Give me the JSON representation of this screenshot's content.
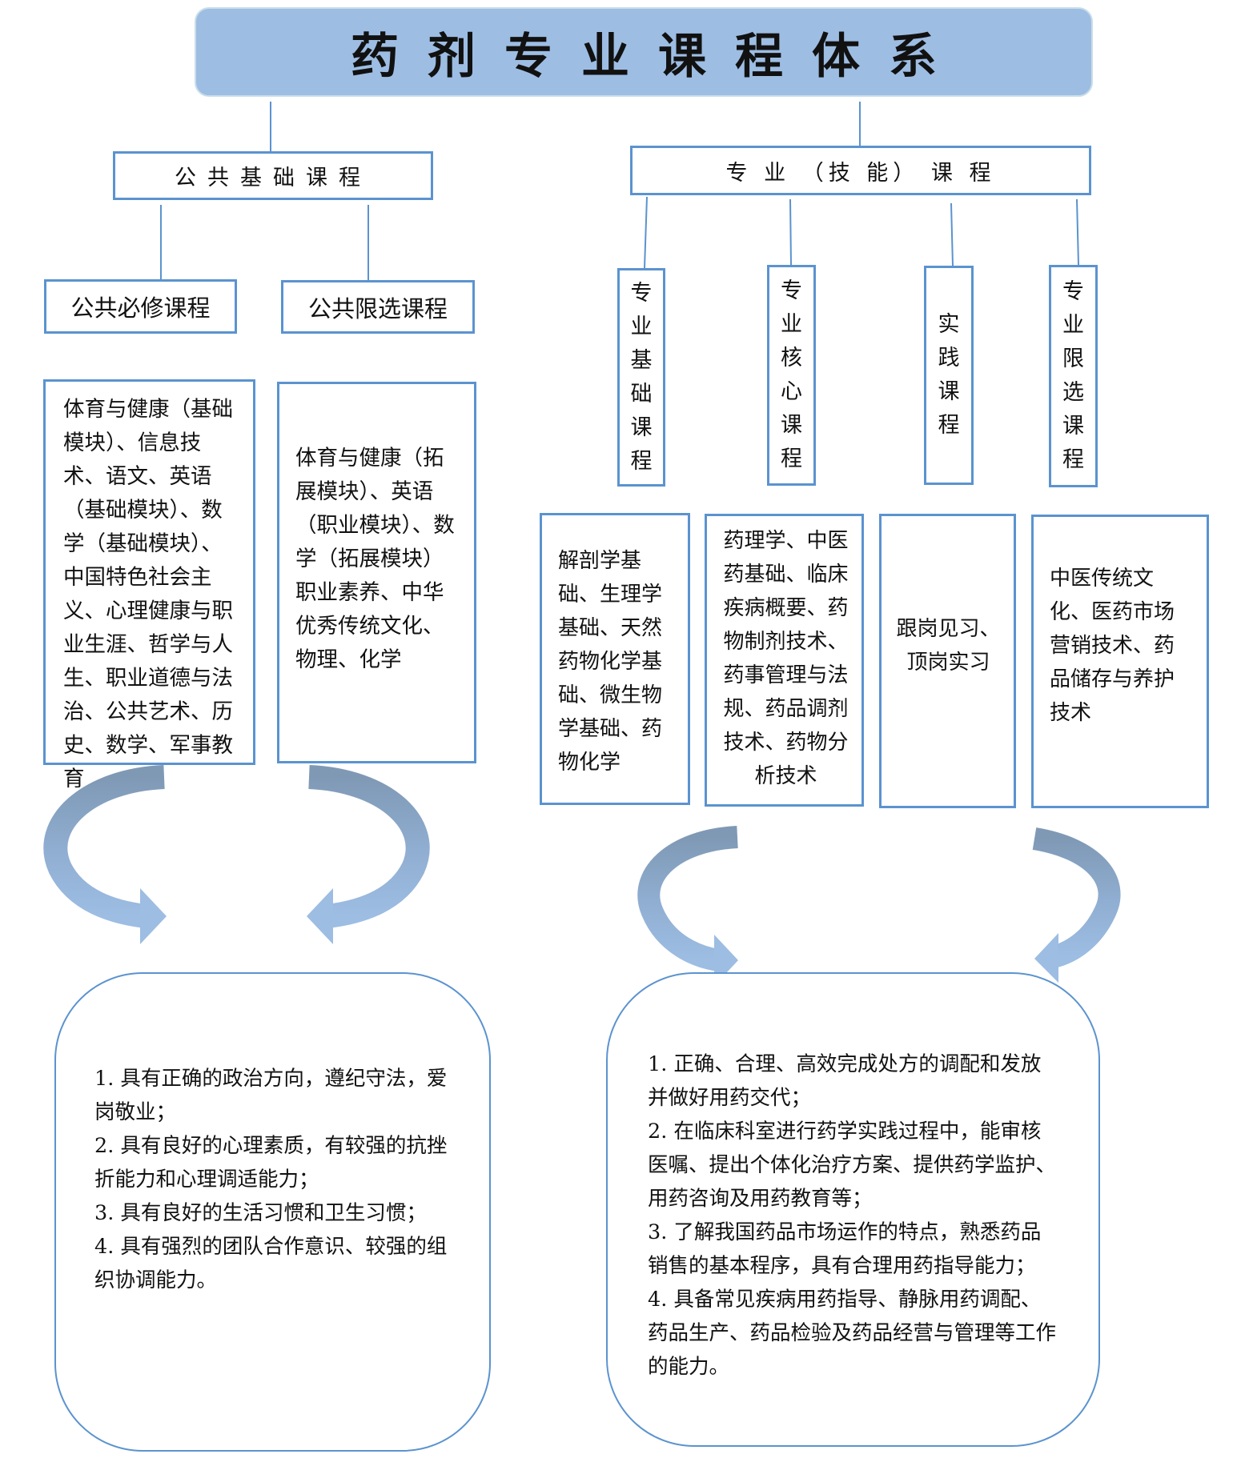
{
  "title": "药剂专业课程体系",
  "colors": {
    "title_fill": "#9dbde3",
    "border": "#5b93cf",
    "arrow_dark": "#7f99b5",
    "arrow_light": "#9dbde3"
  },
  "public": {
    "header": "公共基础课程",
    "required": {
      "label": "公共必修课程",
      "courses": "体育与健康（基础模块）、信息技术、语文、英语（基础模块）、数学（基础模块）、中国特色社会主义、心理健康与职业生涯、哲学与人生、职业道德与法治、公共艺术、历史、数学、军事教育"
    },
    "elective": {
      "label": "公共限选课程",
      "courses": "体育与健康（拓展模块）、英语（职业模块）、数学（拓展模块）职业素养、中华优秀传统文化、物理、化学"
    },
    "goals": [
      "1. 具有正确的政治方向，遵纪守法，爱岗敬业；",
      "2. 具有良好的心理素质，有较强的抗挫折能力和心理调适能力；",
      "3. 具有良好的生活习惯和卫生习惯；",
      "4. 具有强烈的团队合作意识、较强的组织协调能力。"
    ]
  },
  "professional": {
    "header": "专 业 （技 能） 课 程",
    "categories": [
      {
        "label": "专业基础课程",
        "courses": "解剖学基础、生理学基础、天然药物化学基础、微生物学基础、药物化学"
      },
      {
        "label": "专业核心课程",
        "courses": "药理学、中医药基础、临床疾病概要、药物制剂技术、药事管理与法规、药品调剂技术、药物分析技术"
      },
      {
        "label": "实践课程",
        "courses": "跟岗见习、顶岗实习"
      },
      {
        "label": "专业限选课程",
        "courses": "中医传统文化、医药市场营销技术、药品储存与养护技术"
      }
    ],
    "goals": [
      "1. 正确、合理、高效完成处方的调配和发放并做好用药交代；",
      "2. 在临床科室进行药学实践过程中，能审核医嘱、提出个体化治疗方案、提供药学监护、用药咨询及用药教育等；",
      "3. 了解我国药品市场运作的特点，熟悉药品销售的基本程序，具有合理用药指导能力；",
      "4. 具备常见疾病用药指导、静脉用药调配、药品生产、药品检验及药品经营与管理等工作的能力。"
    ]
  }
}
